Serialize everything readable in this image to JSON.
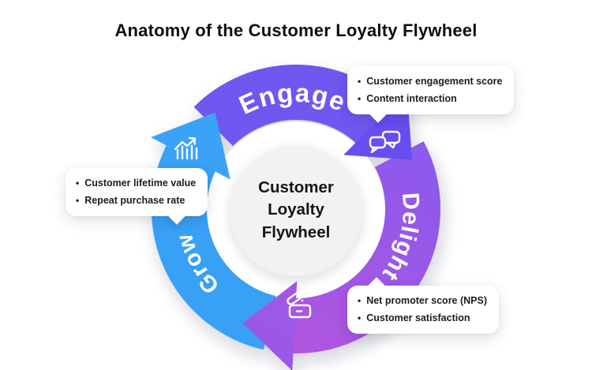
{
  "title": "Anatomy of the Customer Loyalty Flywheel",
  "hub": {
    "lines": [
      "Customer",
      "Loyalty",
      "Flywheel"
    ]
  },
  "bullet": "•",
  "colors": {
    "engage": "#7156F0",
    "engage_arrow": "#6B4EF0",
    "delight_start": "#8A5AEE",
    "delight_end": "#B156DE",
    "grow": "#38A1F6",
    "grow_arrow": "#3BA3F7",
    "hub_fill": "#F4F2F0"
  },
  "segments": {
    "engage": {
      "label": "Engage",
      "icon": "chat-bubbles-icon"
    },
    "delight": {
      "label": "Delight",
      "icon": "gift-box-sparkles-icon"
    },
    "grow": {
      "label": "Grow",
      "icon": "chart-increase-icon"
    }
  },
  "callouts": {
    "engage": {
      "items": [
        "Customer engagement score",
        "Content interaction"
      ]
    },
    "grow": {
      "items": [
        "Customer lifetime value",
        "Repeat purchase rate"
      ]
    },
    "delight": {
      "items": [
        "Net promoter score (NPS)",
        "Customer satisfaction"
      ]
    }
  }
}
